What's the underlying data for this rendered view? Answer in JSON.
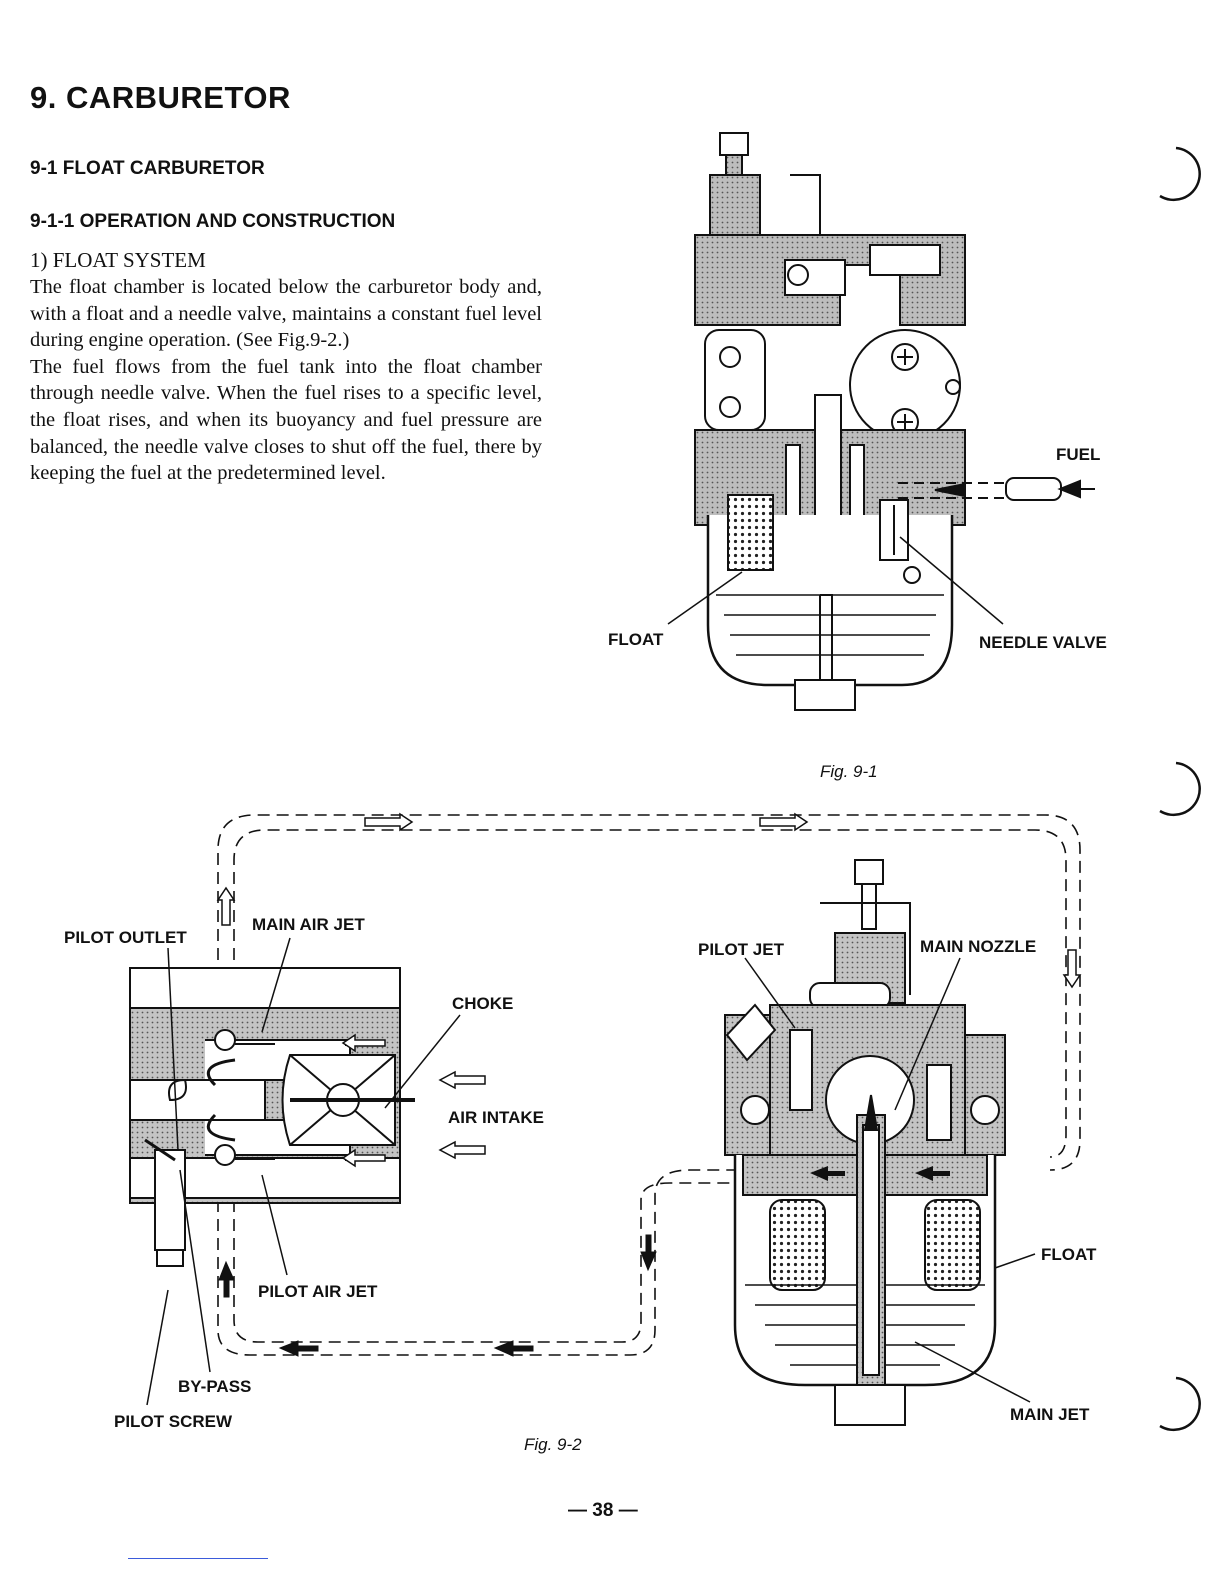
{
  "section_title": "9. CARBURETOR",
  "subsection_title": "9-1  FLOAT CARBURETOR",
  "subsubsection_title": "9-1-1  OPERATION AND CONSTRUCTION",
  "system_heading": "1) FLOAT SYSTEM",
  "paragraphs": [
    "The float chamber is located below the carburetor body and, with a float and a needle valve, maintains a constant fuel level during engine operation. (See Fig.9-2.)",
    "The fuel flows from the fuel tank into the float chamber through needle valve. When the fuel rises to a specific level, the float rises, and when its buoyancy and fuel pressure are balanced, the needle valve closes to shut off the fuel, there by keeping the fuel at the predetermined level."
  ],
  "fig1": {
    "caption": "Fig. 9-1",
    "labels": {
      "fuel": "FUEL",
      "float": "FLOAT",
      "needle_valve": "NEEDLE VALVE"
    }
  },
  "fig2": {
    "caption": "Fig. 9-2",
    "labels": {
      "pilot_outlet": "PILOT OUTLET",
      "main_air_jet": "MAIN AIR JET",
      "choke": "CHOKE",
      "air_intake": "AIR INTAKE",
      "pilot_air_jet": "PILOT AIR JET",
      "by_pass": "BY-PASS",
      "pilot_screw": "PILOT SCREW",
      "pilot_jet": "PILOT JET",
      "main_nozzle": "MAIN NOZZLE",
      "float": "FLOAT",
      "main_jet": "MAIN JET"
    }
  },
  "page_number": "— 38 —",
  "colors": {
    "ink": "#111111",
    "shade": "#9a9a9a",
    "paper": "#ffffff",
    "link": "#3b5bdb"
  }
}
